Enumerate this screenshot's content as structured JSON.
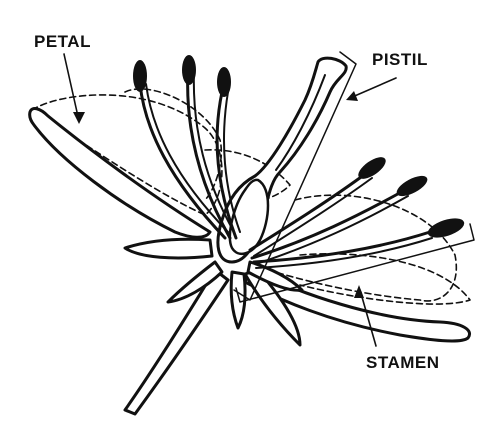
{
  "labels": {
    "petal": "PETAL",
    "pistil": "PISTIL",
    "stamen": "STAMEN"
  },
  "colors": {
    "ink": "#111111",
    "background": "#ffffff"
  }
}
